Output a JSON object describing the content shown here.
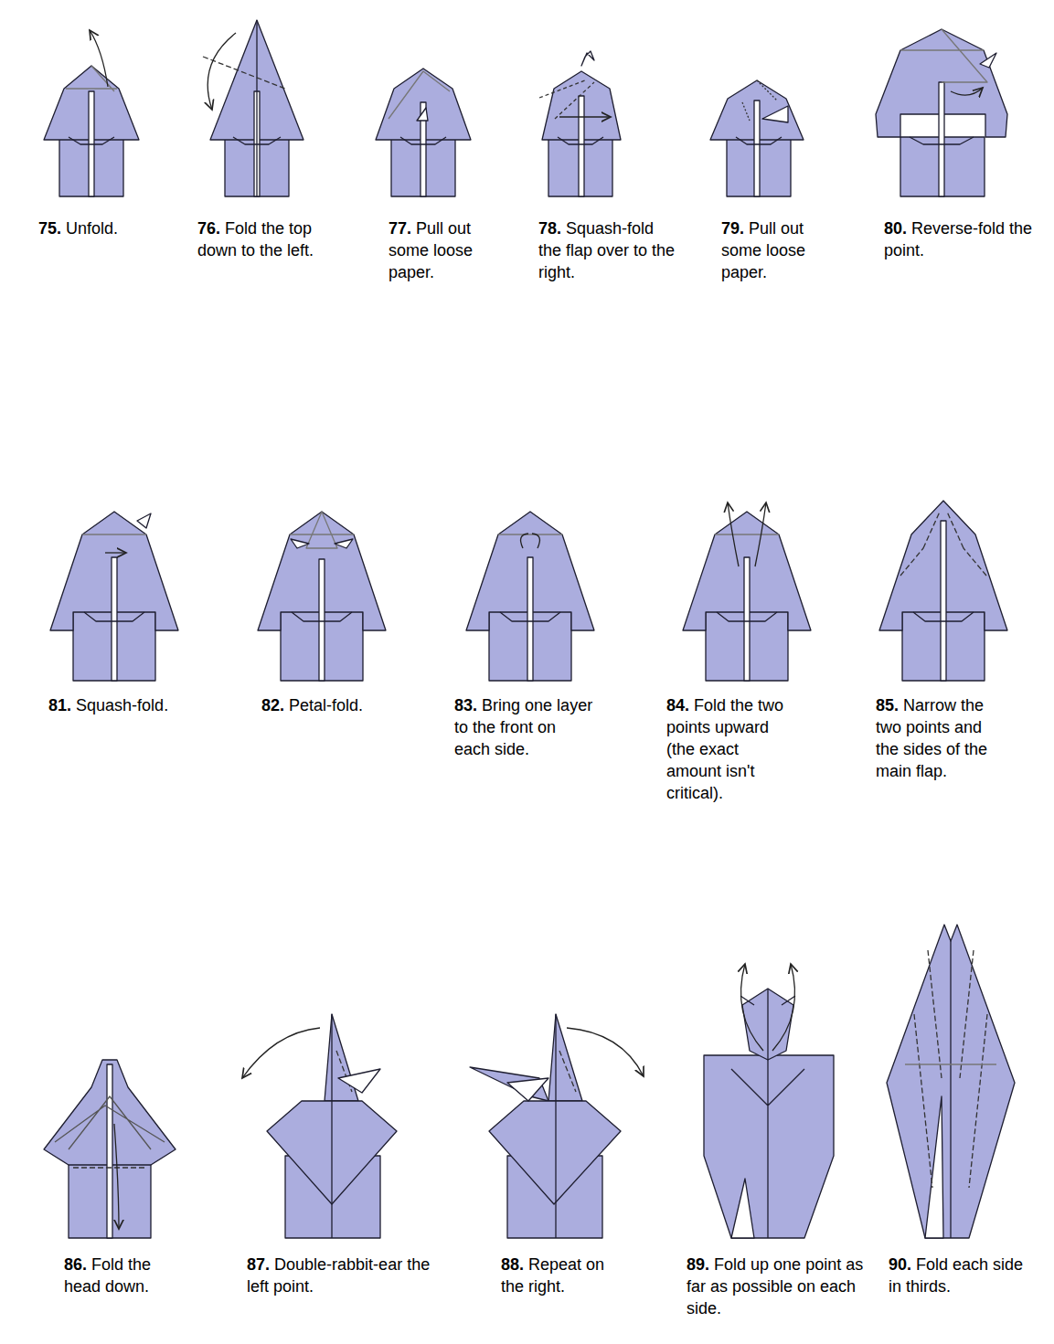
{
  "diagram": {
    "labels": [
      "75.",
      "Unfold.",
      "76.",
      "Fold the top down to the left.",
      "77.",
      "Pull out some loose paper.",
      "78.",
      "Squash-fold the flap over to the right.",
      "79.",
      "Pull out some loose paper.",
      "80.",
      "Reverse-fold the point.",
      "81.",
      "Squash-fold.",
      "82.",
      "Petal-fold.",
      "83.",
      "Bring one layer to the front on each side.",
      "84.",
      "Fold the two points upward (the exact amount isn't critical).",
      "85.",
      "Narrow the two points and the sides of the main flap.",
      "86.",
      "Fold the head down.",
      "87.",
      "Double-rabbit-ear the left point.",
      "88.",
      "Repeat on the right.",
      "89.",
      "Fold up one point as far as possible on each side.",
      "90.",
      "Fold each side in thirds."
    ]
  }
}
